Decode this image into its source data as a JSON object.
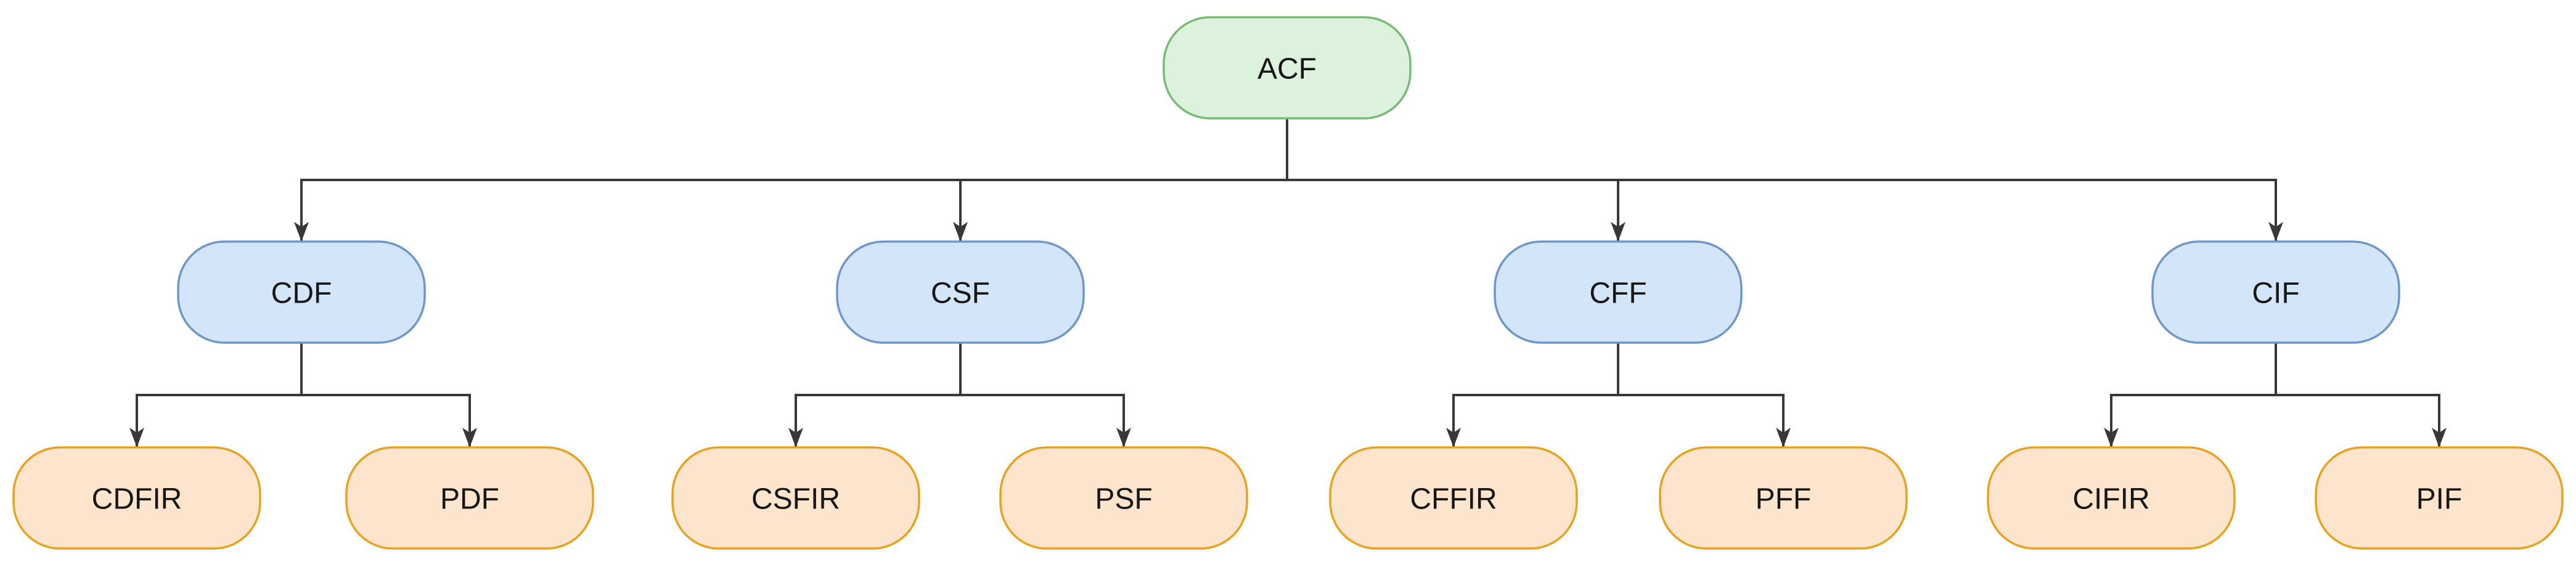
{
  "diagram_type": "tree",
  "tree": {
    "label": "ACF",
    "children": [
      {
        "label": "CDF",
        "children": [
          {
            "label": "CDFIR"
          },
          {
            "label": "PDF"
          }
        ]
      },
      {
        "label": "CSF",
        "children": [
          {
            "label": "CSFIR"
          },
          {
            "label": "PSF"
          }
        ]
      },
      {
        "label": "CFF",
        "children": [
          {
            "label": "CFFIR"
          },
          {
            "label": "PFF"
          }
        ]
      },
      {
        "label": "CIF",
        "children": [
          {
            "label": "CIFIR"
          },
          {
            "label": "PIF"
          }
        ]
      }
    ]
  },
  "colors": {
    "background": "#ffffff",
    "root_fill": "#dcf2dd",
    "root_stroke": "#77bb77",
    "level2_fill": "#d3e5f8",
    "level2_stroke": "#6e96c8",
    "level3_fill": "#fce5cc",
    "level3_stroke": "#e7a21f",
    "edge": "#383838",
    "text": "#161616"
  }
}
